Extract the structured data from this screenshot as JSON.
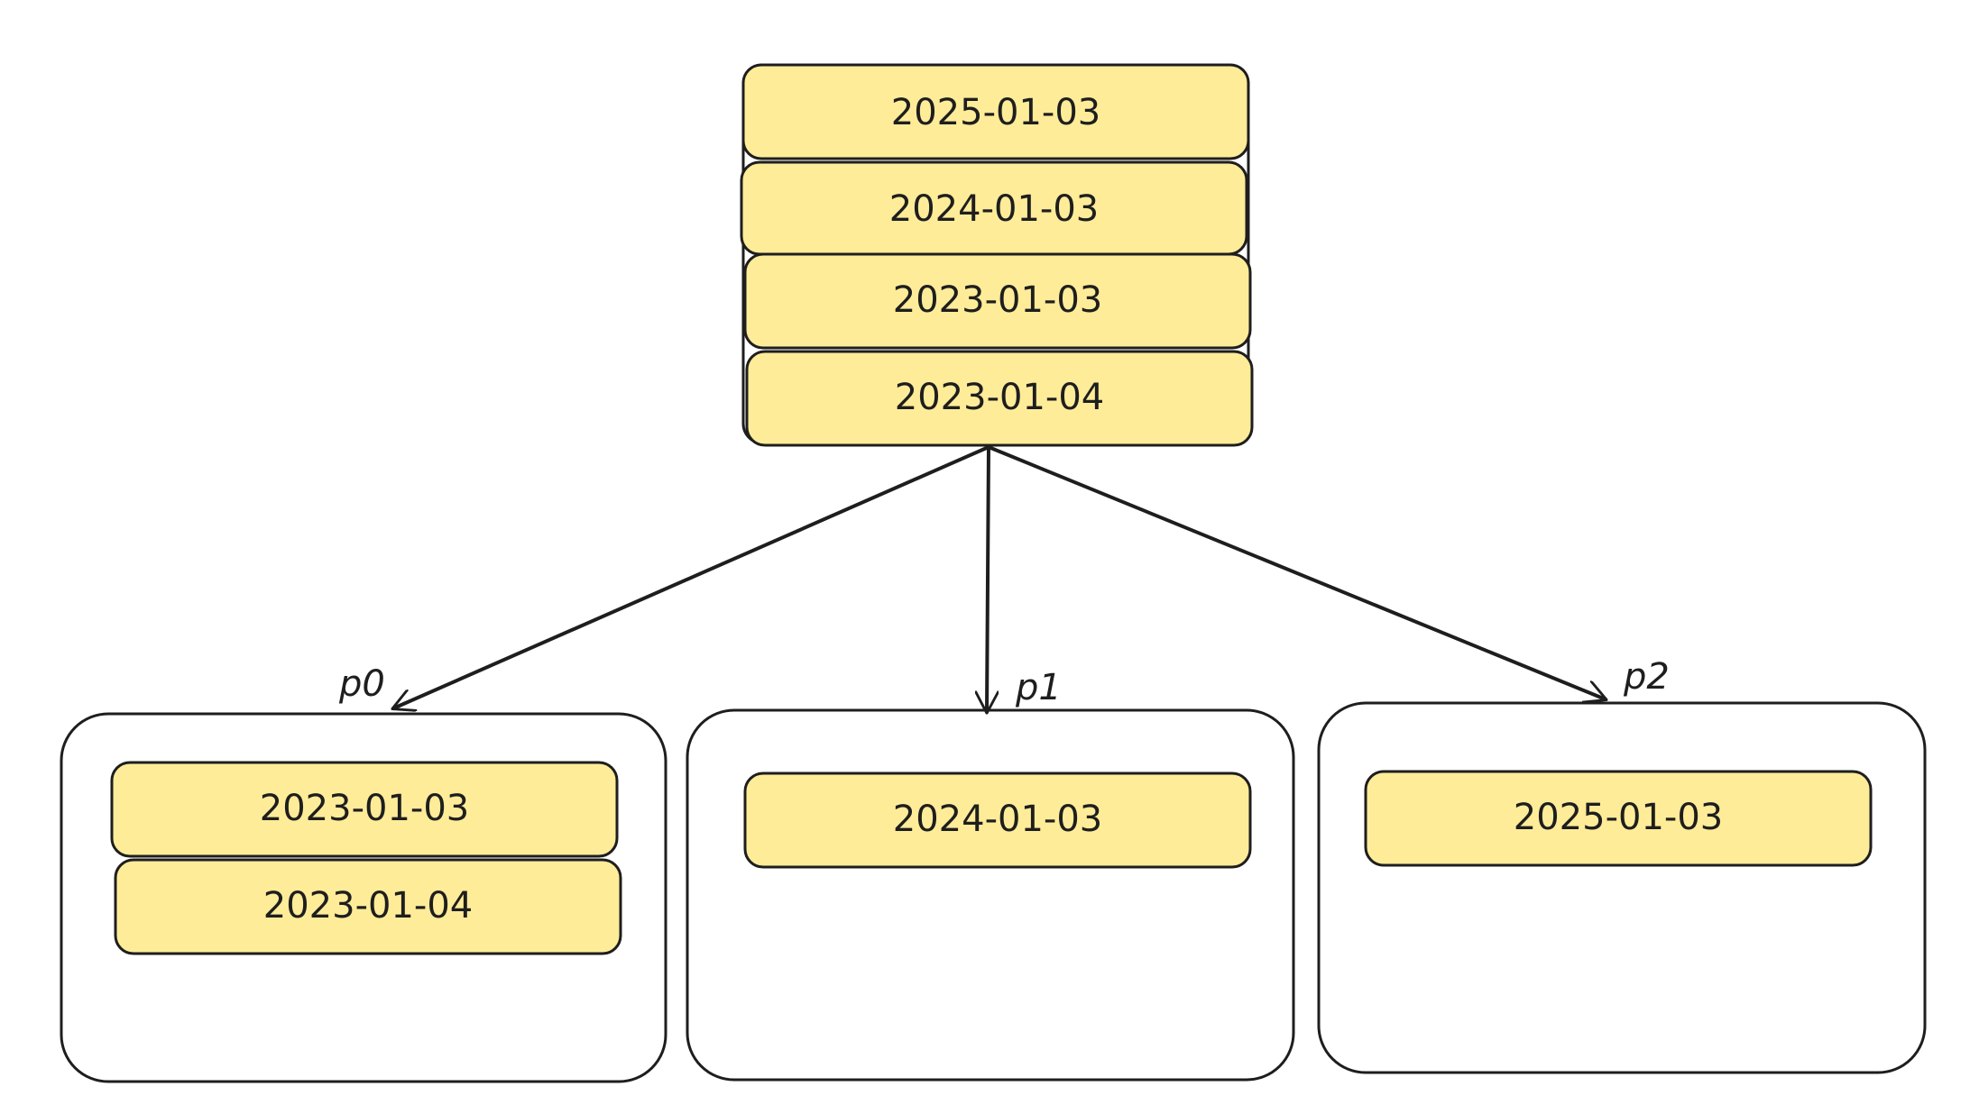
{
  "colors": {
    "cell_fill": "#ffec99",
    "stroke": "#1e1e1e",
    "background": "#ffffff"
  },
  "source": {
    "rows": [
      "2025-01-03",
      "2024-01-03",
      "2023-01-03",
      "2023-01-04"
    ]
  },
  "partitions": [
    {
      "label": "p0",
      "rows": [
        "2023-01-03",
        "2023-01-04"
      ]
    },
    {
      "label": "p1",
      "rows": [
        "2024-01-03"
      ]
    },
    {
      "label": "p2",
      "rows": [
        "2025-01-03"
      ]
    }
  ]
}
